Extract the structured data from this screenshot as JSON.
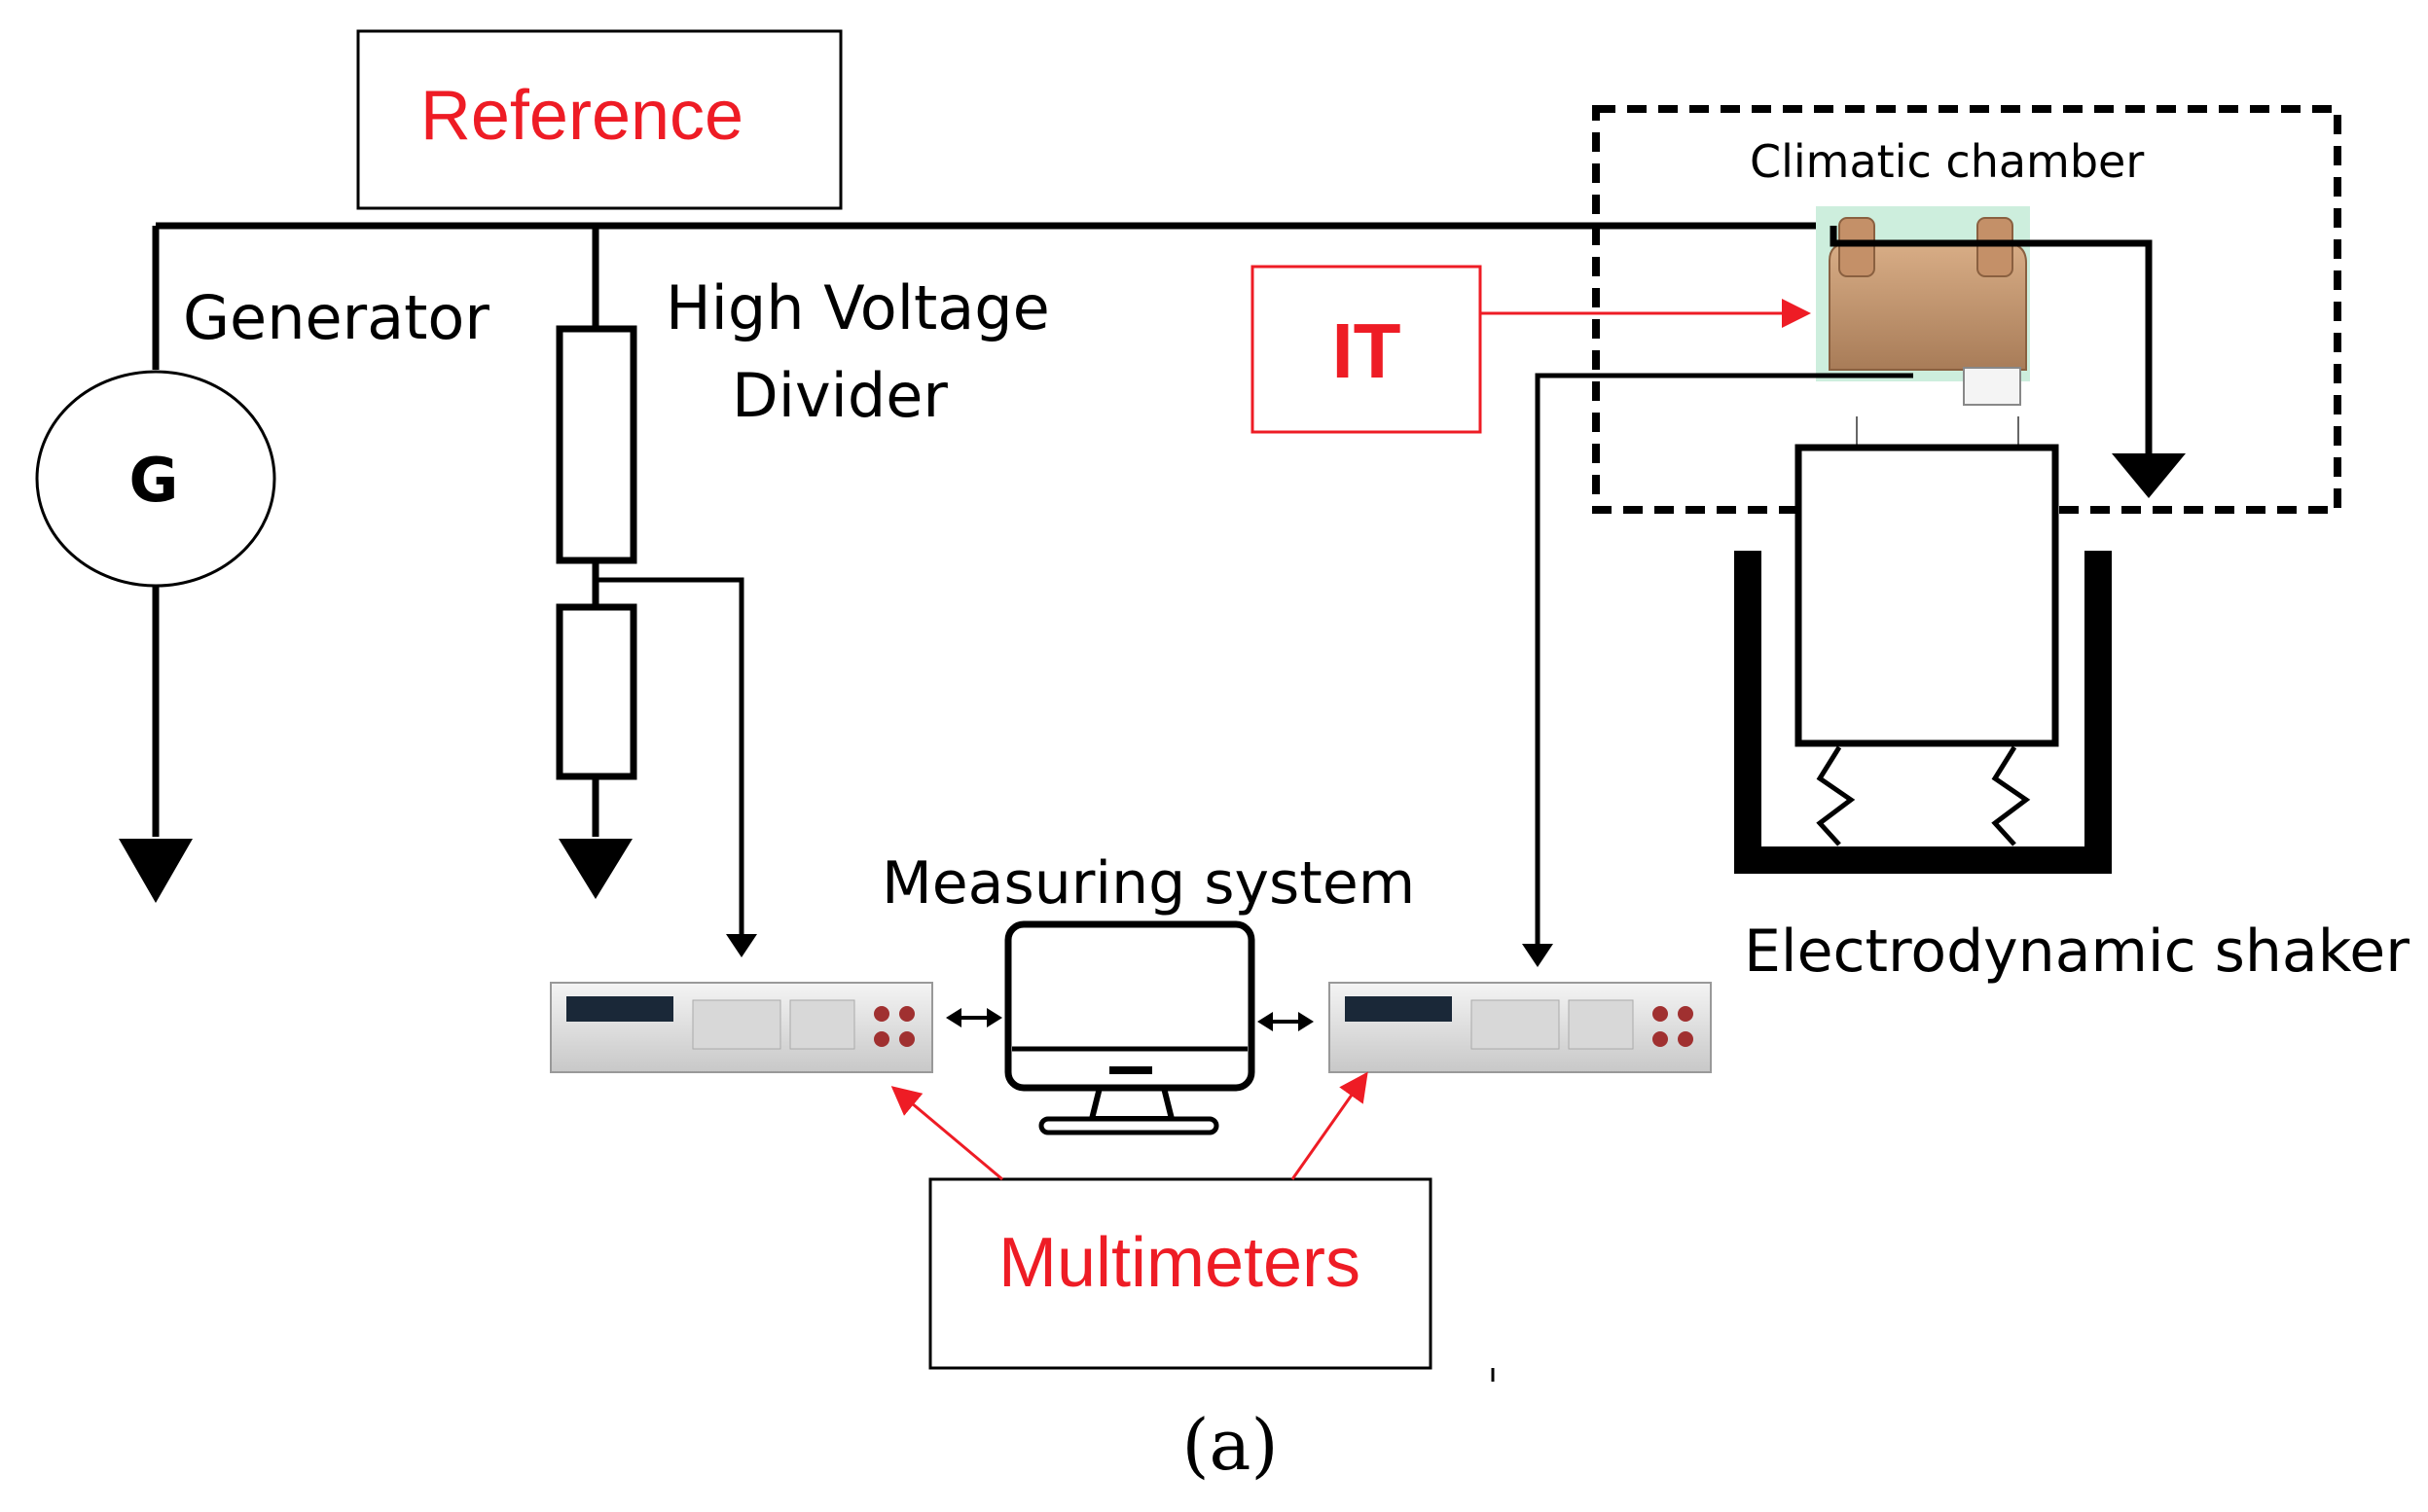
{
  "diagram": {
    "reference_label": "Reference",
    "generator_label": "Generator",
    "generator_symbol": "G",
    "divider_label_line1": "High Voltage",
    "divider_label_line2": "Divider",
    "it_label": "IT",
    "climatic_chamber_label": "Climatic chamber",
    "shaker_label": "Electrodynamic shaker",
    "measuring_system_label": "Measuring system",
    "multimeters_label": "Multimeters",
    "caption": "(a)"
  },
  "colors": {
    "accent_red": "#ee1c25",
    "line": "#000000",
    "transformer_body": "#c99a74",
    "transformer_highlight": "#cdeedd"
  },
  "icons": [
    "generator-symbol",
    "resistor-icon",
    "ground-arrow-icon",
    "transformer-icon",
    "multimeter-icon",
    "monitor-icon",
    "double-arrow-icon",
    "spring-icon"
  ]
}
